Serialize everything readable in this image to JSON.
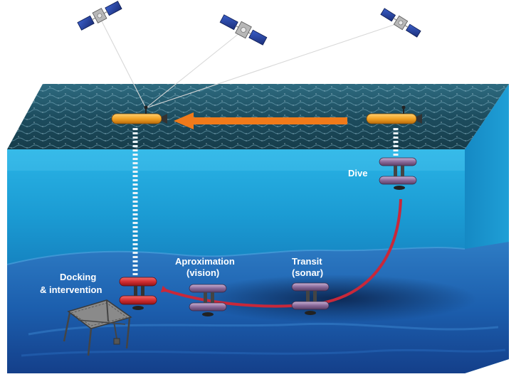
{
  "labels": {
    "dive": "Dive",
    "approach_line1": "Aproximation",
    "approach_line2": "(vision)",
    "transit_line1": "Transit",
    "transit_line2": "(sonar)",
    "docking_line1": "Docking",
    "docking_line2": "& intervention"
  },
  "colors": {
    "sea_surface": "#1c4a5c",
    "water_front": "#1aa3d8",
    "seabed": "#1b5fa8",
    "path_arrow": "#c8283a",
    "surface_arrow": "#f07a1a",
    "auv_surface": "#f2a224",
    "auv_red": "#d42f32",
    "auv_purple": "#8a6a9a"
  },
  "icons": [
    "satellite-icon",
    "auv-icon",
    "docking-station-icon"
  ]
}
